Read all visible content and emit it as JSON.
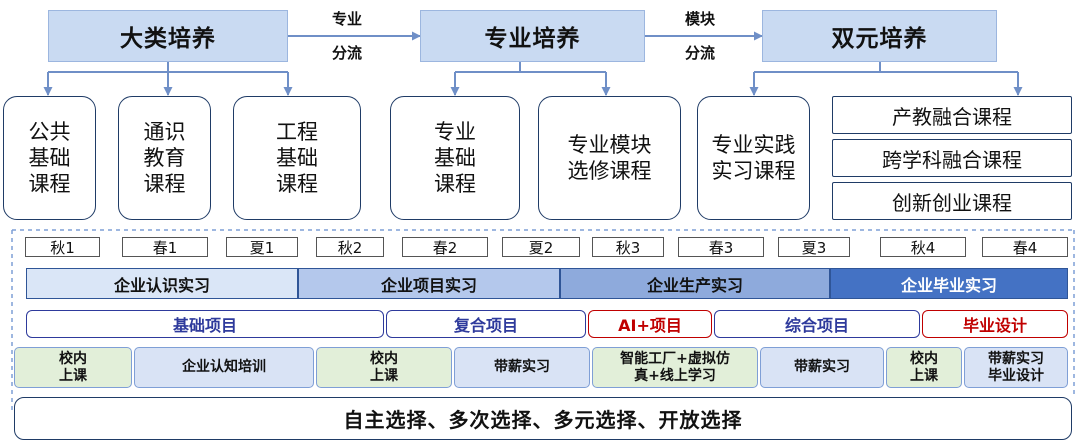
{
  "top_stages": [
    {
      "label": "大类培养"
    },
    {
      "label": "专业培养"
    },
    {
      "label": "双元培养"
    }
  ],
  "flow_labels": [
    {
      "line1": "专业",
      "line2": "分流"
    },
    {
      "line1": "模块",
      "line2": "分流"
    }
  ],
  "courses": [
    {
      "label": "公共\n基础\n课程"
    },
    {
      "label": "通识\n教育\n课程"
    },
    {
      "label": "工程\n基础\n课程"
    },
    {
      "label": "专业\n基础\n课程"
    },
    {
      "label": "专业模块\n选修课程"
    },
    {
      "label": "专业实践\n实习课程"
    }
  ],
  "dual_courses": [
    "产教融合课程",
    "跨学科融合课程",
    "创新创业课程"
  ],
  "semesters": [
    "秋1",
    "春1",
    "夏1",
    "秋2",
    "春2",
    "夏2",
    "秋3",
    "春3",
    "夏3",
    "秋4",
    "春4"
  ],
  "internships": [
    {
      "label": "企业认识实习",
      "color": "#dae6f7"
    },
    {
      "label": "企业项目实习",
      "color": "#b4c8ec"
    },
    {
      "label": "企业生产实习",
      "color": "#8eaadc"
    },
    {
      "label": "企业毕业实习",
      "color": "#4472c4"
    }
  ],
  "projects": [
    {
      "label": "基础项目",
      "color": "#2e3a9c"
    },
    {
      "label": "复合项目",
      "color": "#2e3a9c"
    },
    {
      "label": "AI+项目",
      "color": "#c00000"
    },
    {
      "label": "综合项目",
      "color": "#2e3a9c"
    },
    {
      "label": "毕业设计",
      "color": "#c00000"
    }
  ],
  "activities": [
    {
      "label": "校内\n上课",
      "color": "#e2efd9"
    },
    {
      "label": "企业认知培训",
      "color": "#d9e3f5"
    },
    {
      "label": "校内\n上课",
      "color": "#e2efd9"
    },
    {
      "label": "带薪实习",
      "color": "#d9e3f5"
    },
    {
      "label": "智能工厂+虚拟仿\n真+线上学习",
      "color": "#e2efd9"
    },
    {
      "label": "带薪实习",
      "color": "#d9e3f5"
    },
    {
      "label": "校内\n上课",
      "color": "#e2efd9"
    },
    {
      "label": "带薪实习\n毕业设计",
      "color": "#d9e3f5"
    }
  ],
  "bottom_banner": "自主选择、多次选择、多元选择、开放选择",
  "colors": {
    "arrow": "#6f8fc7",
    "border_dark": "#1f3b66"
  }
}
